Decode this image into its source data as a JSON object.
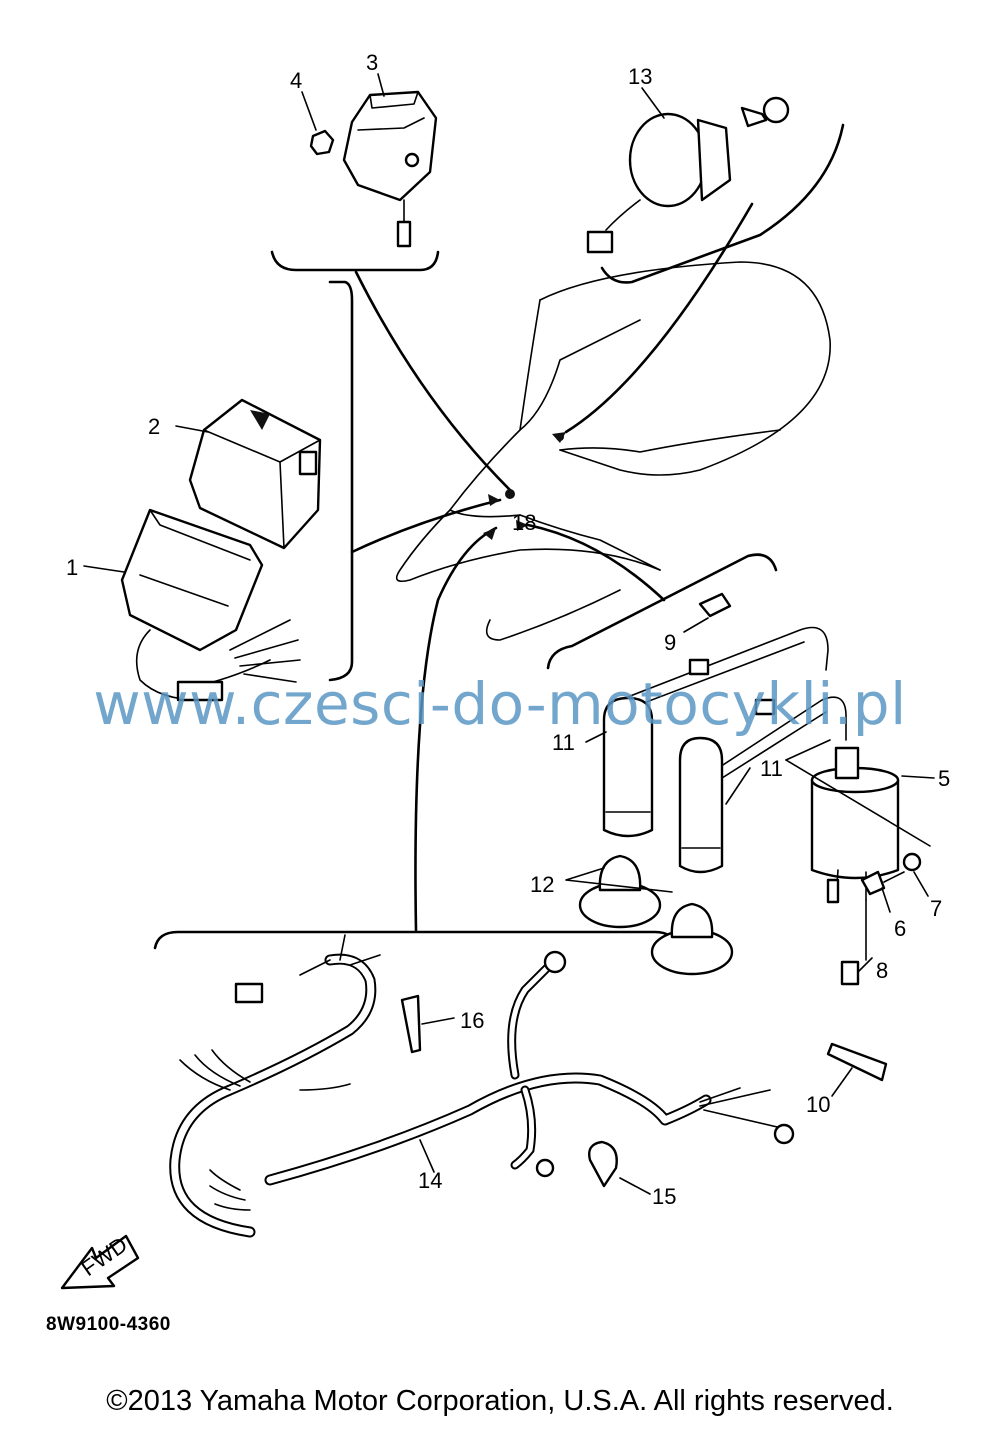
{
  "callouts": {
    "c1": "1",
    "c2": "2",
    "c3": "3",
    "c4": "4",
    "c5": "5",
    "c6": "6",
    "c7": "7",
    "c8": "8",
    "c9": "9",
    "c10": "10",
    "c11a": "11",
    "c11b": "11",
    "c12": "12",
    "c13": "13",
    "c14": "14",
    "c15": "15",
    "c16": "16",
    "c18": "18"
  },
  "fwd_label": "FWD",
  "diagram_code": "8W9100-4360",
  "watermark": "www.czesci-do-motocykli.pl",
  "copyright": "©2013 Yamaha Motor Corporation, U.S.A. All rights reserved.",
  "icons": [
    "cdi-unit",
    "rectifier-regulator",
    "ignition-switch",
    "ignition-coil",
    "wire-harness",
    "spark-plug-cap",
    "fwd-arrow"
  ]
}
